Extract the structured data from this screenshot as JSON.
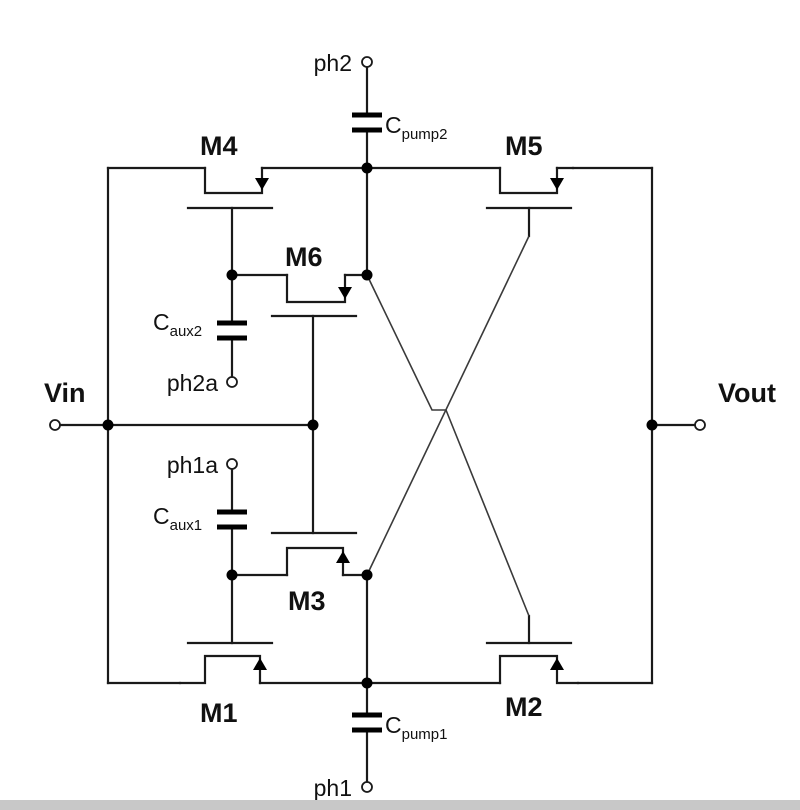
{
  "labels": {
    "ph2": "ph2",
    "ph1": "ph1",
    "ph2a": "ph2a",
    "ph1a": "ph1a",
    "vin": "Vin",
    "vout": "Vout",
    "m1": "M1",
    "m2": "M2",
    "m3": "M3",
    "m4": "M4",
    "m5": "M5",
    "m6": "M6",
    "cpump2_main": "C",
    "cpump2_sub": "pump2",
    "cpump1_main": "C",
    "cpump1_sub": "pump1",
    "caux2_main": "C",
    "caux2_sub": "aux2",
    "caux1_main": "C",
    "caux1_sub": "aux1"
  },
  "colors": {
    "wire": "#1a1a1a",
    "background": "#ffffff",
    "bottom_bar": "#c8c8c8"
  }
}
